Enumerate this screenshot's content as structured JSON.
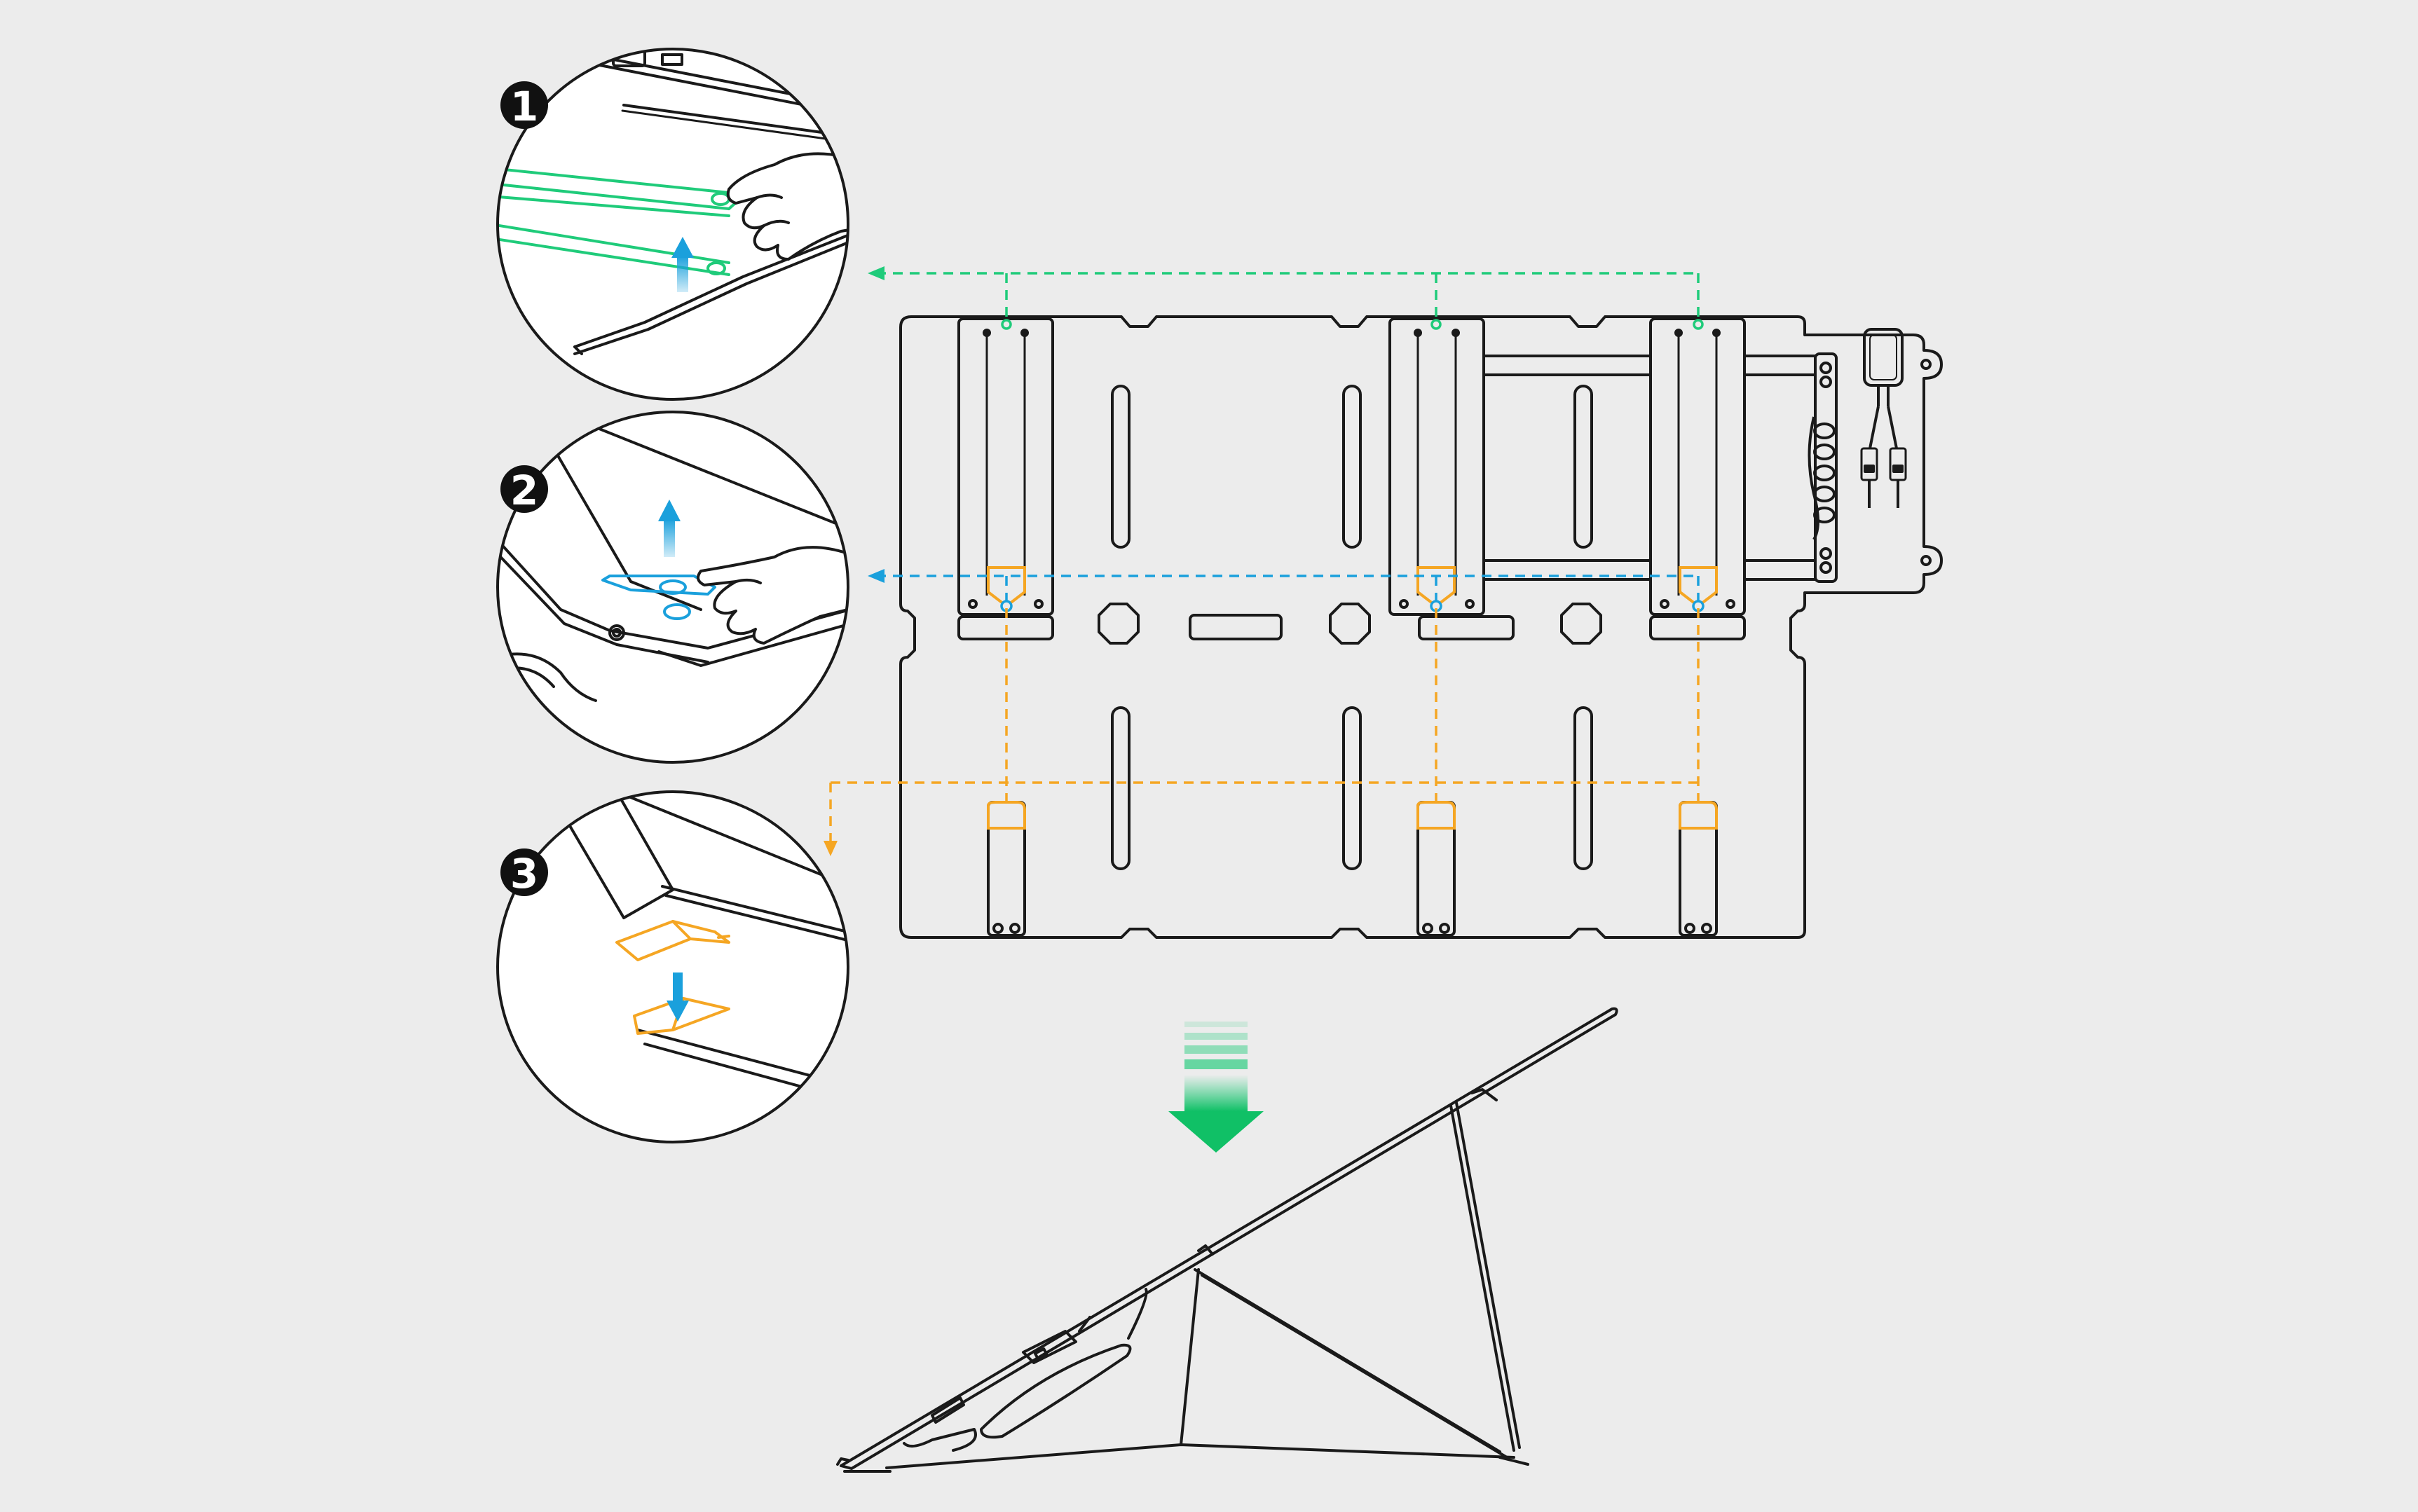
{
  "steps": [
    {
      "number": "1",
      "action": "lift-tab-up",
      "highlight_color": "#1fcb7a"
    },
    {
      "number": "2",
      "action": "lift-latch-up",
      "highlight_color": "#1aa0dc"
    },
    {
      "number": "3",
      "action": "fold-bracket-down",
      "highlight_color": "#f5a623"
    }
  ],
  "colors": {
    "background": "#ececec",
    "line": "#1a1a1a",
    "green": "#1fcb7a",
    "blue": "#1aa0dc",
    "orange": "#f5a623",
    "badge": "#111111"
  },
  "icons": {
    "down_arrow": "down-arrow-icon",
    "up_arrow": "up-arrow-icon",
    "hand": "hand-icon"
  }
}
